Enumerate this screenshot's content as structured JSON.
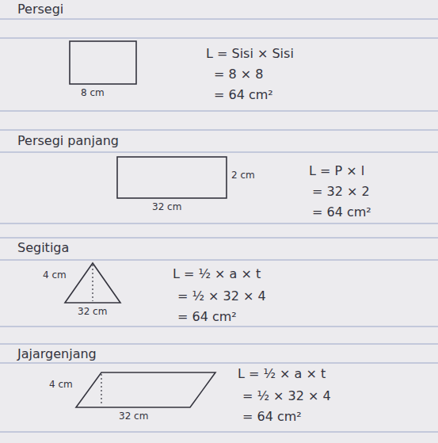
{
  "diagram": {
    "labels": [
      "Persegi",
      "8 cm",
      "L = Sisi × Sisi",
      "= 8 × 8",
      "= 64 cm²",
      "Persegi panjang",
      "2 cm",
      "32 cm",
      "L = P × l",
      "= 32 × 2",
      "= 64 cm²",
      "Segitiga",
      "4 cm",
      "32 cm",
      "L = ½ × a × t",
      "= ½ × 32 × 4",
      "= 64 cm²",
      "Jajargenjang",
      "4 cm",
      "32 cm",
      "L = ½ × a × t",
      "= ½ × 32 × 4",
      "= 64 cm²"
    ]
  }
}
